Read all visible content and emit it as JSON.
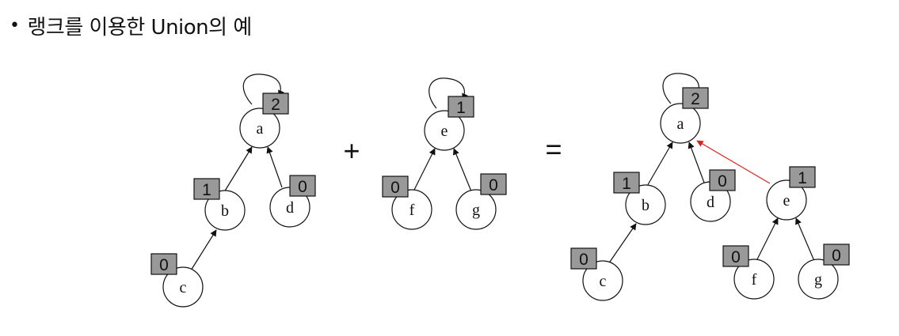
{
  "heading": {
    "bullet": "•",
    "text": "랭크를 이용한 Union의 예"
  },
  "operators": {
    "plus": "+",
    "equals": "="
  },
  "tree_left": {
    "nodes": [
      {
        "id": "a",
        "label": "a",
        "rank": "2"
      },
      {
        "id": "b",
        "label": "b",
        "rank": "1"
      },
      {
        "id": "c",
        "label": "c",
        "rank": "0"
      },
      {
        "id": "d",
        "label": "d",
        "rank": "0"
      }
    ]
  },
  "tree_middle": {
    "nodes": [
      {
        "id": "e",
        "label": "e",
        "rank": "1"
      },
      {
        "id": "f",
        "label": "f",
        "rank": "0"
      },
      {
        "id": "g",
        "label": "g",
        "rank": "0"
      }
    ]
  },
  "tree_result": {
    "nodes": [
      {
        "id": "a",
        "label": "a",
        "rank": "2"
      },
      {
        "id": "b",
        "label": "b",
        "rank": "1"
      },
      {
        "id": "c",
        "label": "c",
        "rank": "0"
      },
      {
        "id": "d",
        "label": "d",
        "rank": "0"
      },
      {
        "id": "e",
        "label": "e",
        "rank": "1"
      },
      {
        "id": "f",
        "label": "f",
        "rank": "0"
      },
      {
        "id": "g",
        "label": "g",
        "rank": "0"
      }
    ]
  },
  "colors": {
    "rank_box": "#999999",
    "union_link": "#e02020",
    "stroke": "#111111"
  }
}
